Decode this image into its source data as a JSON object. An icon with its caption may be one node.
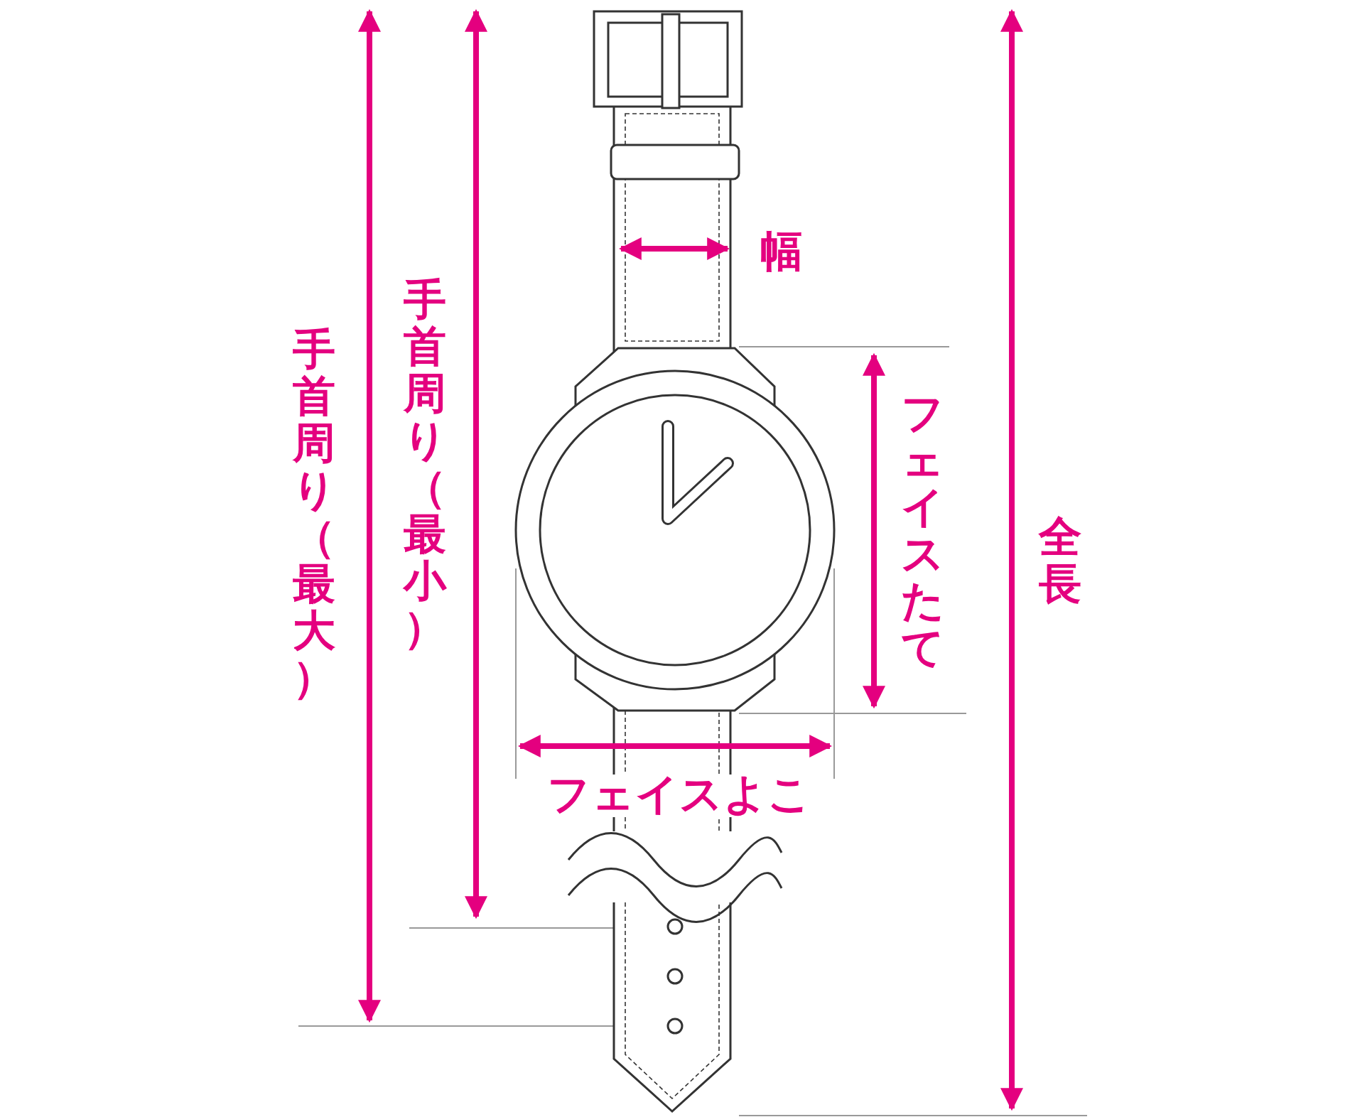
{
  "diagram": {
    "labels": [
      "手首周り（最大）",
      "手首周り（最小）",
      "幅",
      "フェイスたて",
      "フェイスよこ",
      "全長"
    ]
  }
}
